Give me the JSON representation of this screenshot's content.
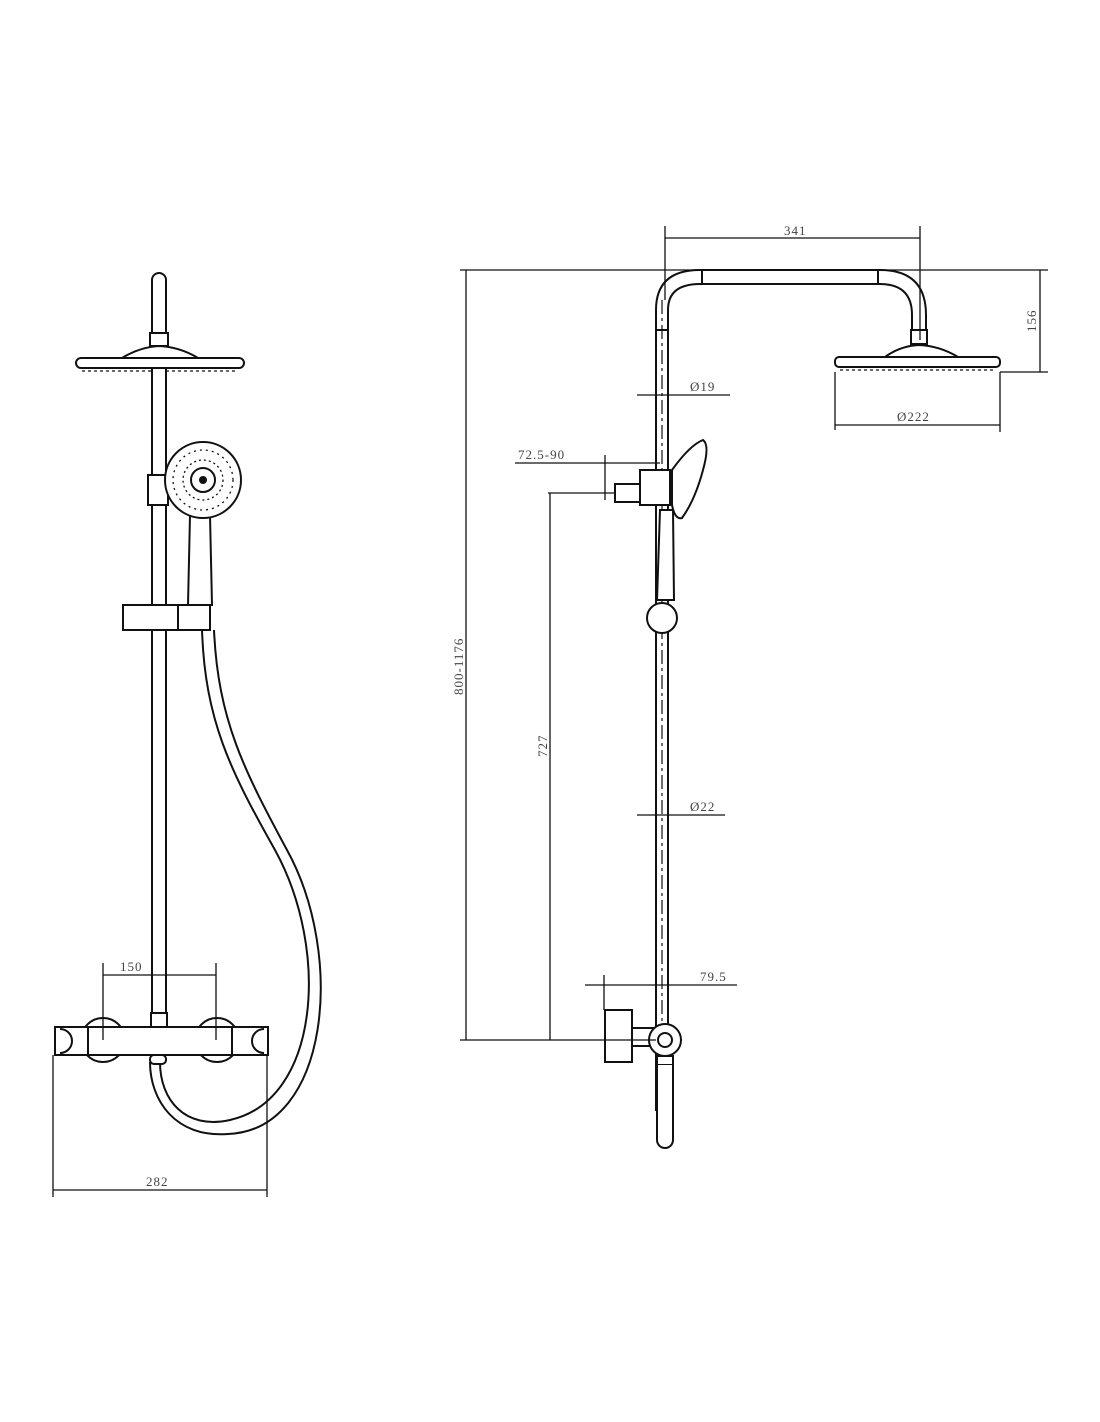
{
  "drawing": {
    "front_view": {
      "dimensions": {
        "knob_spacing": "150",
        "mixer_width": "282"
      }
    },
    "side_view": {
      "dimensions": {
        "arm_reach": "341",
        "head_drop": "156",
        "arm_pipe_diameter": "Ø19",
        "head_diameter": "Ø222",
        "holder_offset": "72.5-90",
        "total_height": "800-1176",
        "rail_height": "727",
        "rail_diameter": "Ø22",
        "mixer_offset": "79.5"
      }
    },
    "line_color": "#111111"
  }
}
